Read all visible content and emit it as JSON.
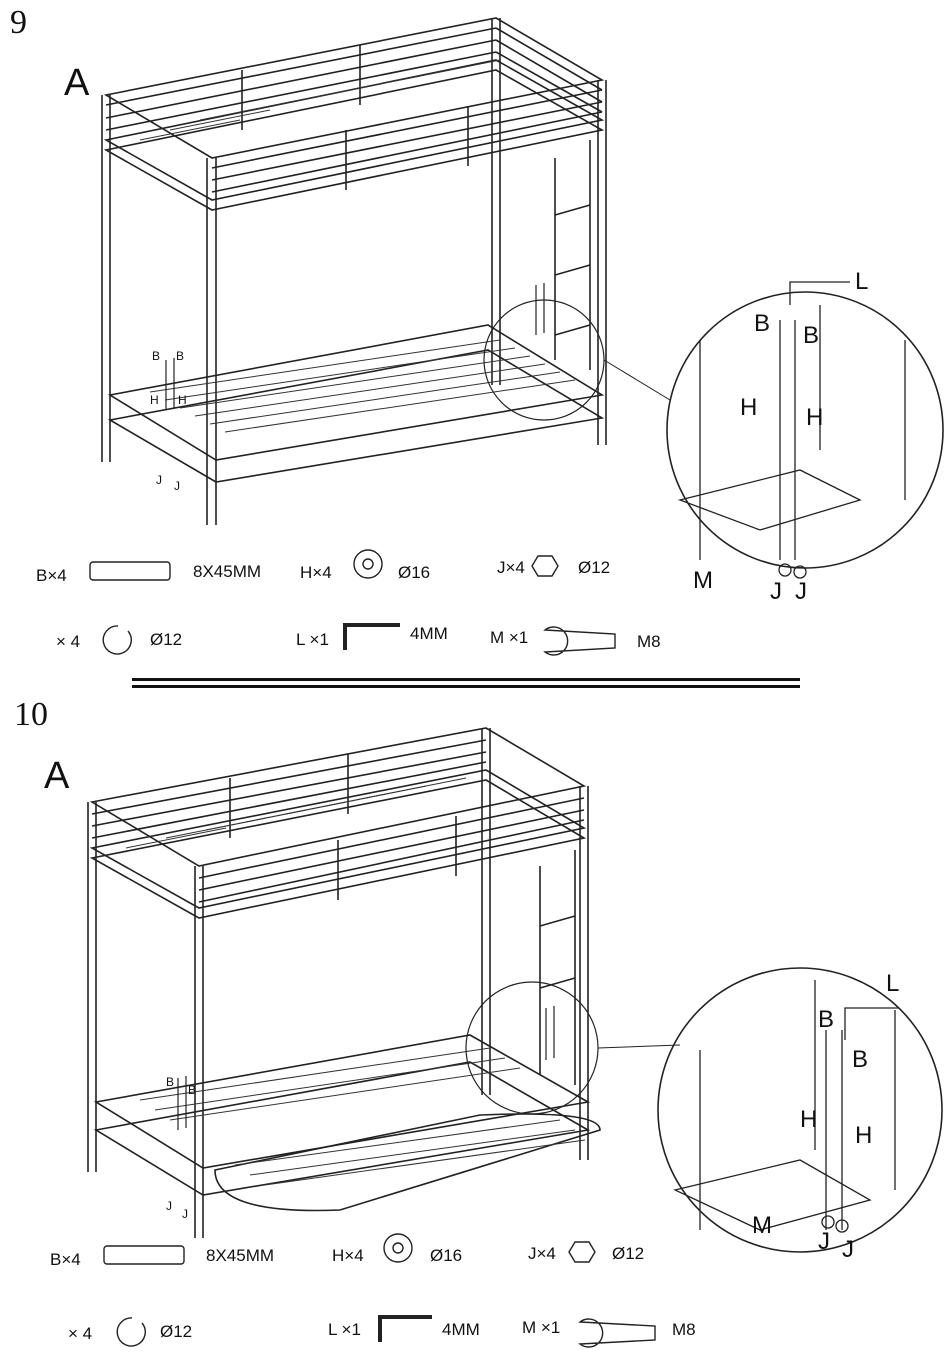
{
  "step9": {
    "number": "9",
    "ref": "A",
    "callouts": {
      "b": "B",
      "h": "H",
      "j": "J",
      "l": "L",
      "m": "M"
    },
    "parts": [
      {
        "code": "B",
        "qty": "B×4",
        "spec": "8X45MM"
      },
      {
        "code": "H",
        "qty": "H×4",
        "spec": "Ø16"
      },
      {
        "code": "J",
        "qty": "J×4",
        "spec": "Ø12"
      },
      {
        "code": "",
        "qty": "× 4",
        "spec": "Ø12"
      },
      {
        "code": "L",
        "qty": "L ×1",
        "spec": "4MM"
      },
      {
        "code": "M",
        "qty": "M ×1",
        "spec": "M8"
      }
    ]
  },
  "step10": {
    "number": "10",
    "ref": "A",
    "callouts": {
      "b": "B",
      "h": "H",
      "j": "J",
      "l": "L",
      "m": "M"
    },
    "parts": [
      {
        "code": "B",
        "qty": "B×4",
        "spec": "8X45MM"
      },
      {
        "code": "H",
        "qty": "H×4",
        "spec": "Ø16"
      },
      {
        "code": "J",
        "qty": "J×4",
        "spec": "Ø12"
      },
      {
        "code": "",
        "qty": "× 4",
        "spec": "Ø12"
      },
      {
        "code": "L",
        "qty": "L ×1",
        "spec": "4MM"
      },
      {
        "code": "M",
        "qty": "M ×1",
        "spec": "M8"
      }
    ]
  }
}
